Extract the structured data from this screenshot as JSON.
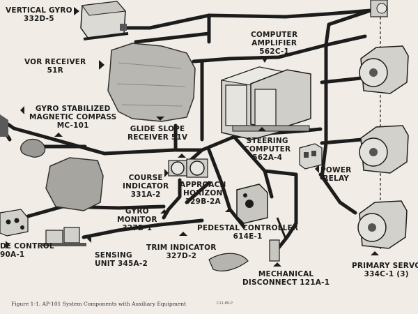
{
  "labels": {
    "vertical_gyro": {
      "name": "VERTICAL GYRO",
      "model": "332D-5"
    },
    "vor_receiver": {
      "name": "VOR RECEIVER",
      "model": "51R"
    },
    "computer_amplifier": {
      "name_line1": "COMPUTER",
      "name_line2": "AMPLIFIER",
      "model": "562C-1"
    },
    "gyro_compass": {
      "name_line1": "GYRO STABILIZED",
      "name_line2": "MAGNETIC COMPASS",
      "model": "MC-101"
    },
    "glide_slope": {
      "name": "GLIDE SLOPE",
      "model": "RECEIVER 51V"
    },
    "steering_computer": {
      "name_line1": "STEERING",
      "name_line2": "COMPUTER",
      "model": "562A-4"
    },
    "power_relay": {
      "name_line1": "POWER",
      "name_line2": "RELAY"
    },
    "course_indicator": {
      "name_line1": "COURSE",
      "name_line2": "INDICATOR",
      "model": "331A-2"
    },
    "approach_horizon": {
      "name_line1": "APPROACH",
      "name_line2": "HORIZON",
      "model": "329B-2A"
    },
    "gyro_monitor": {
      "name_line1": "GYRO",
      "name_line2": "MONITOR",
      "model": "327B-1"
    },
    "pedestal_controller": {
      "name": "PEDESTAL CONTROLLER",
      "model": "614E-1"
    },
    "mode_control": {
      "name": "DE CONTROL",
      "model": "90A-1"
    },
    "sensing_unit": {
      "name": "SENSING",
      "model": "UNIT 345A-2"
    },
    "trim_indicator": {
      "name": "TRIM INDICATOR",
      "model": "327D-2"
    },
    "mechanical_disconnect": {
      "name": "MECHANICAL",
      "model": "DISCONNECT 121A-1"
    },
    "primary_servo": {
      "name": "PRIMARY SERVO",
      "model": "334C-1 (3)"
    }
  },
  "caption": "Figure 1-1.  AP-101 System Components with Auxiliary Equipment",
  "drawing_code": "C11-80-P",
  "colors": {
    "paper": "#f1ede6",
    "ink": "#1c1c1c",
    "component_fill": "#d2d0cb",
    "component_dark": "#6f6f6f"
  }
}
